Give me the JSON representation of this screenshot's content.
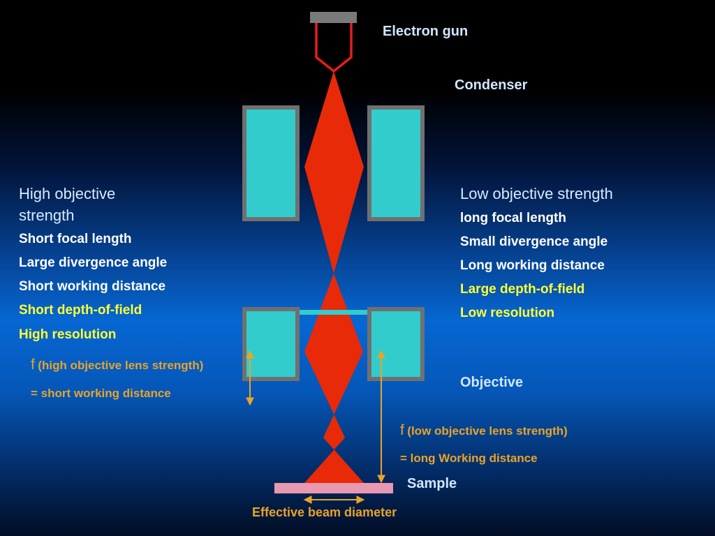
{
  "labels": {
    "electron_gun": "Electron gun",
    "condenser": "Condenser",
    "objective": "Objective",
    "sample": "Sample",
    "effective_beam_diameter": "Effective beam diameter"
  },
  "left_panel": {
    "heading_line1": "High objective",
    "heading_line2": "strength",
    "items": [
      "Short focal length",
      "Large divergence angle",
      "Short working distance",
      "Short depth-of-field",
      "High resolution"
    ],
    "f_symbol": "f",
    "f_note": "(high objective lens strength)",
    "f_equals": "= short working distance"
  },
  "right_panel": {
    "heading": "Low objective strength",
    "items": [
      "long focal length",
      "Small divergence angle",
      "Long working distance",
      "Large depth-of-field",
      "Low resolution"
    ],
    "f_symbol": "f",
    "f_note": "(low objective lens strength)",
    "f_equals": "= long Working distance"
  },
  "colors": {
    "beam": "#e82a08",
    "lens_fill": "#33cccc",
    "lens_border": "#707070",
    "gun_filament": "#e81c1c",
    "gun_cap": "#7a7a7a",
    "sample_plate": "#e898b0",
    "aperture": "#33cccc",
    "arrow": "#e8a428",
    "highlight_text": "#ffff33",
    "annotation_text": "#e8a428"
  }
}
